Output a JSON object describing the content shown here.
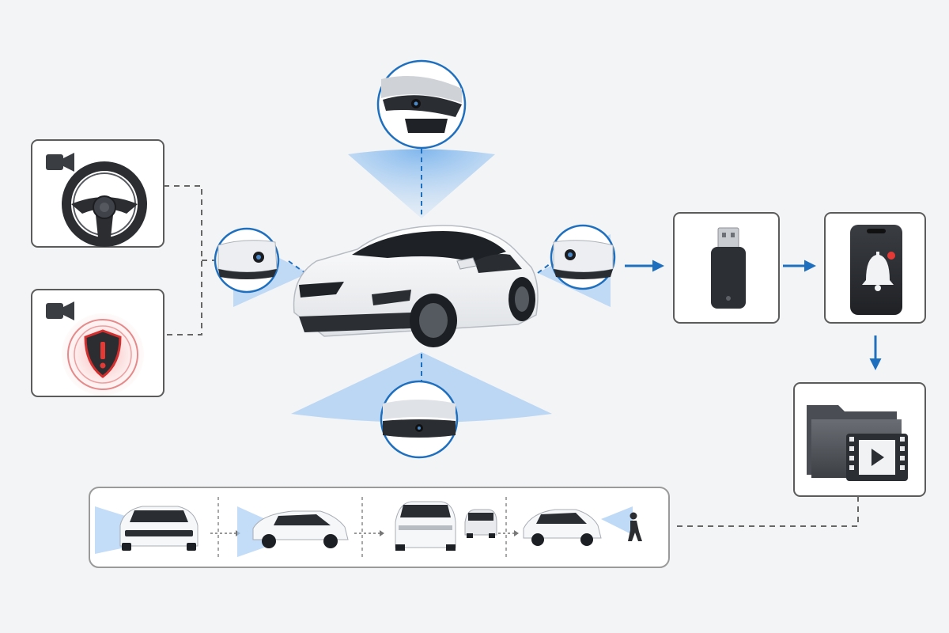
{
  "colors": {
    "background": "#f3f4f6",
    "box_border": "#5b5b5b",
    "box_fill": "#ffffff",
    "accent_blue": "#1f6fbf",
    "beam_blue": "#7fb6ef",
    "alert_red": "#d32f2f",
    "car_body": "#f6f7f9",
    "dark_device": "#2c2f33",
    "connector": "#666666"
  },
  "diagram": {
    "inputs": [
      {
        "id": "steering-camera",
        "icons": [
          "video-camera-icon",
          "steering-wheel-icon"
        ]
      },
      {
        "id": "alert-camera",
        "icons": [
          "video-camera-icon",
          "shield-alert-icon"
        ]
      }
    ],
    "center": {
      "vehicle": "car-icon",
      "cameras": [
        "front-camera",
        "left-mirror-camera",
        "right-mirror-camera",
        "rear-camera"
      ]
    },
    "outputs": [
      "usb-drive-icon",
      "phone-notification-icon",
      "video-folder-icon"
    ],
    "scenarios": [
      "front-view-car",
      "side-view-car",
      "rear-view-traffic",
      "pedestrian-detection"
    ]
  }
}
